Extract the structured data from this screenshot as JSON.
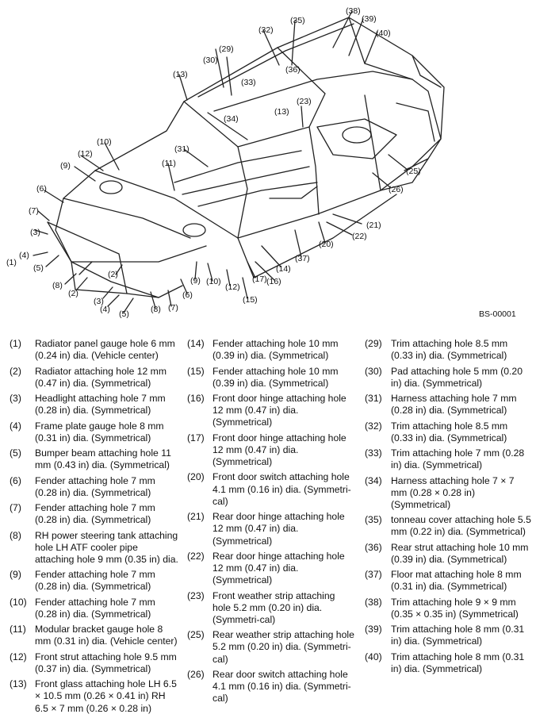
{
  "figure": {
    "code": "BS-00001",
    "callouts": [
      "(1)",
      "(2)",
      "(3)",
      "(4)",
      "(5)",
      "(6)",
      "(7)",
      "(8)",
      "(9)",
      "(10)",
      "(11)",
      "(12)",
      "(13)",
      "(14)",
      "(15)",
      "(16)",
      "(17)",
      "(20)",
      "(21)",
      "(22)",
      "(23)",
      "(25)",
      "(26)",
      "(29)",
      "(30)",
      "(31)",
      "(32)",
      "(33)",
      "(34)",
      "(35)",
      "(36)",
      "(37)",
      "(38)",
      "(39)",
      "(40)",
      "(2)",
      "(3)",
      "(4)",
      "(5)",
      "(6)",
      "(7)",
      "(8)",
      "(9)",
      "(10)",
      "(12)",
      "(13)"
    ]
  },
  "legend": {
    "columns": [
      [
        {
          "num": "(1)",
          "text": "Radiator panel gauge hole 6 mm (0.24 in) dia. (Vehicle center)"
        },
        {
          "num": "(2)",
          "text": "Radiator attaching hole 12 mm (0.47 in) dia. (Symmetrical)"
        },
        {
          "num": "(3)",
          "text": "Headlight attaching hole 7 mm (0.28 in) dia. (Symmetrical)"
        },
        {
          "num": "(4)",
          "text": "Frame plate gauge hole 8 mm (0.31 in) dia. (Symmetrical)"
        },
        {
          "num": "(5)",
          "text": "Bumper beam attaching hole 11 mm (0.43 in) dia. (Symmetrical)"
        },
        {
          "num": "(6)",
          "text": "Fender attaching hole 7 mm (0.28 in) dia. (Symmetrical)"
        },
        {
          "num": "(7)",
          "text": "Fender attaching hole 7 mm (0.28 in) dia. (Symmetrical)"
        },
        {
          "num": "(8)",
          "text": "RH power steering tank attaching hole LH ATF cooler pipe attaching hole 9 mm (0.35 in) dia."
        },
        {
          "num": "(9)",
          "text": "Fender attaching hole 7 mm (0.28 in) dia. (Symmetrical)"
        },
        {
          "num": "(10)",
          "text": "Fender attaching hole 7 mm (0.28 in) dia. (Symmetrical)"
        },
        {
          "num": "(11)",
          "text": "Modular bracket gauge hole 8 mm (0.31 in) dia. (Vehicle center)"
        },
        {
          "num": "(12)",
          "text": "Front strut attaching hole 9.5 mm (0.37 in) dia. (Symmetrical)"
        },
        {
          "num": "(13)",
          "text": "Front glass attaching hole LH 6.5 × 10.5 mm (0.26 × 0.41 in) RH 6.5 × 7 mm (0.26 × 0.28 in)"
        }
      ],
      [
        {
          "num": "(14)",
          "text": "Fender attaching hole 10 mm (0.39 in) dia. (Symmetrical)"
        },
        {
          "num": "(15)",
          "text": "Fender attaching hole 10 mm (0.39 in) dia. (Symmetrical)"
        },
        {
          "num": "(16)",
          "text": "Front door hinge attaching hole 12 mm (0.47 in) dia. (Symmetrical)"
        },
        {
          "num": "(17)",
          "text": "Front door hinge attaching hole 12 mm (0.47 in) dia. (Symmetrical)"
        },
        {
          "num": "(20)",
          "text": "Front door switch attaching hole 4.1 mm (0.16 in) dia. (Symmetri-cal)"
        },
        {
          "num": "(21)",
          "text": "Rear door hinge attaching hole 12 mm (0.47 in) dia. (Symmetrical)"
        },
        {
          "num": "(22)",
          "text": "Rear door hinge attaching hole 12 mm (0.47 in) dia. (Symmetrical)"
        },
        {
          "num": "(23)",
          "text": "Front weather strip attaching hole 5.2 mm (0.20 in) dia. (Symmetri-cal)"
        },
        {
          "num": "(25)",
          "text": "Rear weather strip attaching hole 5.2 mm (0.20 in) dia. (Symmetri-cal)"
        },
        {
          "num": "(26)",
          "text": "Rear door switch attaching hole 4.1 mm (0.16 in) dia. (Symmetri-cal)"
        }
      ],
      [
        {
          "num": "(29)",
          "text": "Trim attaching hole 8.5 mm (0.33 in) dia. (Symmetrical)"
        },
        {
          "num": "(30)",
          "text": "Pad attaching hole 5 mm (0.20 in) dia. (Symmetrical)"
        },
        {
          "num": "(31)",
          "text": "Harness attaching hole 7 mm (0.28 in) dia. (Symmetrical)"
        },
        {
          "num": "(32)",
          "text": "Trim attaching hole 8.5 mm (0.33 in) dia. (Symmetrical)"
        },
        {
          "num": "(33)",
          "text": "Trim attaching hole 7 mm (0.28 in) dia. (Symmetrical)"
        },
        {
          "num": "(34)",
          "text": "Harness attaching hole 7 × 7 mm (0.28 × 0.28 in) (Symmetrical)"
        },
        {
          "num": "(35)",
          "text": "tonneau cover attaching hole 5.5 mm (0.22 in) dia. (Symmetrical)"
        },
        {
          "num": "(36)",
          "text": "Rear strut attaching hole 10 mm (0.39 in) dia. (Symmetrical)"
        },
        {
          "num": "(37)",
          "text": "Floor mat attaching hole 8 mm (0.31 in) dia. (Symmetrical)"
        },
        {
          "num": "(38)",
          "text": "Trim attaching hole 9 × 9 mm (0.35 × 0.35 in) (Symmetrical)"
        },
        {
          "num": "(39)",
          "text": "Trim attaching hole 8 mm (0.31 in) dia. (Symmetrical)"
        },
        {
          "num": "(40)",
          "text": "Trim attaching hole 8 mm (0.31 in) dia. (Symmetrical)"
        }
      ]
    ]
  }
}
